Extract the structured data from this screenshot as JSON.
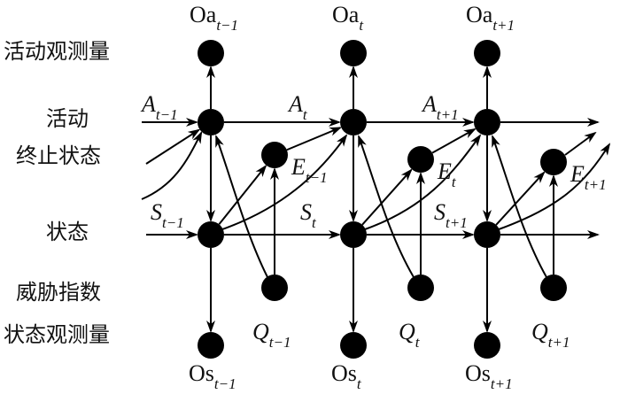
{
  "diagram": {
    "type": "dynamic-bayesian-network",
    "row_labels": {
      "activity_observation": "活动观测量",
      "activity_termination_line1": "活动",
      "activity_termination_line2": "终止状态",
      "state": "状态",
      "threat_index": "威胁指数",
      "state_observation": "状态观测量"
    },
    "time_slices": [
      {
        "Oa": {
          "base": "Oa",
          "sub": "t−1"
        },
        "A": {
          "base": "A",
          "sub": "t−1"
        },
        "E": {
          "base": "E",
          "sub": "t−1"
        },
        "S": {
          "base": "S",
          "sub": "t−1"
        },
        "Q": {
          "base": "Q",
          "sub": "t−1"
        },
        "Os": {
          "base": "Os",
          "sub": "t−1"
        }
      },
      {
        "Oa": {
          "base": "Oa",
          "sub": "t"
        },
        "A": {
          "base": "A",
          "sub": "t"
        },
        "E": {
          "base": "E",
          "sub": "t"
        },
        "S": {
          "base": "S",
          "sub": "t"
        },
        "Q": {
          "base": "Q",
          "sub": "t"
        },
        "Os": {
          "base": "Os",
          "sub": "t"
        }
      },
      {
        "Oa": {
          "base": "Oa",
          "sub": "t+1"
        },
        "A": {
          "base": "A",
          "sub": "t+1"
        },
        "E": {
          "base": "E",
          "sub": "t+1"
        },
        "S": {
          "base": "S",
          "sub": "t+1"
        },
        "Q": {
          "base": "Q",
          "sub": "t+1"
        },
        "Os": {
          "base": "Os",
          "sub": "t+1"
        }
      }
    ],
    "edges_within_slice": [
      [
        "A",
        "Oa"
      ],
      [
        "A",
        "S"
      ],
      [
        "S",
        "Os"
      ],
      [
        "S",
        "E"
      ],
      [
        "Q",
        "E"
      ],
      [
        "Q",
        "A"
      ]
    ],
    "edges_between_slices": [
      [
        "A",
        "A_next"
      ],
      [
        "S",
        "S_next"
      ],
      [
        "E",
        "A_next"
      ],
      [
        "S",
        "A_next"
      ]
    ],
    "colors": {
      "node": "#000000",
      "edge": "#000000",
      "background": "#ffffff"
    }
  }
}
